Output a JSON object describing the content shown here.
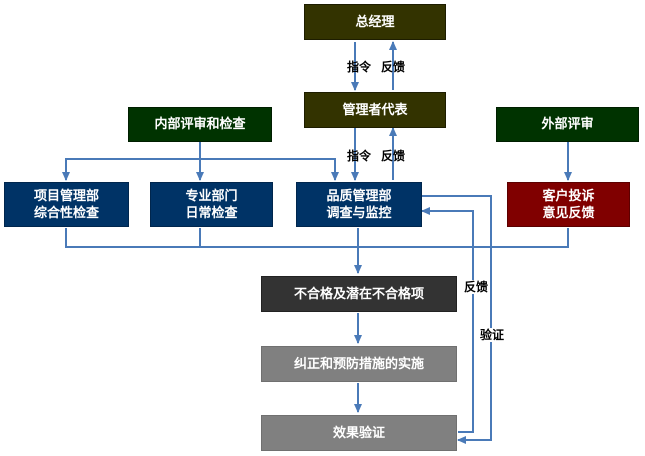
{
  "colors": {
    "arrow": "#4a7ab8",
    "olive": "#333300",
    "green": "#003300",
    "navy": "#003366",
    "maroon": "#800000",
    "dark": "#333333",
    "grey": "#808080"
  },
  "nodes": {
    "general_manager": "总经理",
    "management_rep": "管理者代表",
    "internal_audit": "内部评审和检查",
    "external_audit": "外部评审",
    "project_dept": [
      "项目管理部",
      "综合性检查"
    ],
    "professional_dept": [
      "专业部门",
      "日常检查"
    ],
    "quality_dept": [
      "品质管理部",
      "调查与监控"
    ],
    "customer_complaint": [
      "客户投诉",
      "意见反馈"
    ],
    "nonconformity": "不合格及潜在不合格项",
    "corrective_action": "纠正和预防措施的实施",
    "effect_verification": "效果验证"
  },
  "edge_labels": {
    "instruct_1": "指令",
    "feedback_1": "反馈",
    "instruct_2": "指令",
    "feedback_2": "反馈",
    "feedback_loop": "反馈",
    "verify_loop": "验证"
  }
}
